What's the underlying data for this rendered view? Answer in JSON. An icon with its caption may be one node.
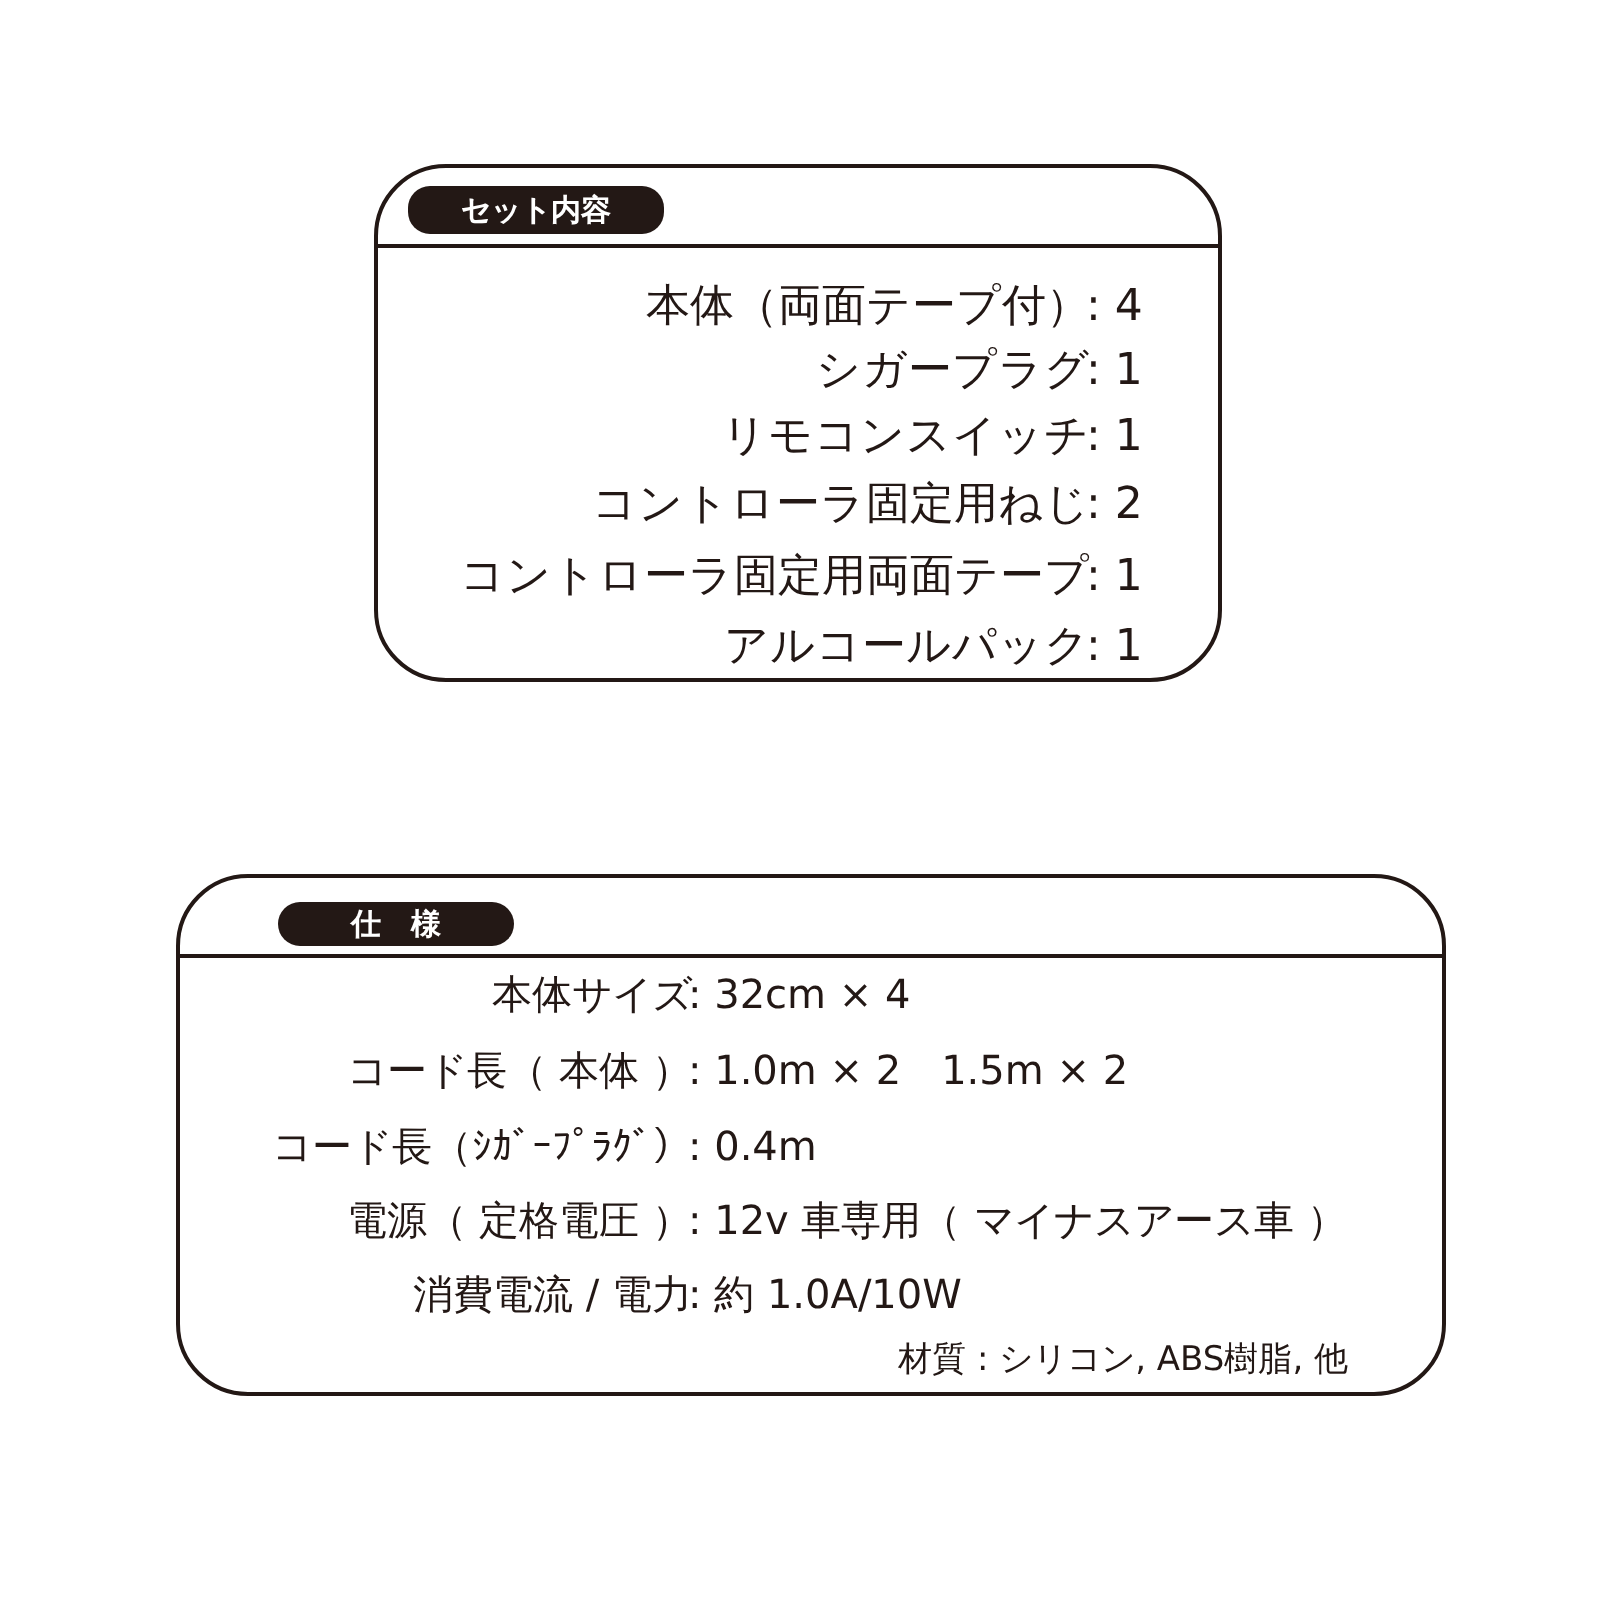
{
  "diagram": {
    "nodes": [
      {
        "text": [
          "セット内容",
          "本体（両面テープ付）",
          ": 4",
          "シガープラグ",
          ": 1",
          "リモコンスイッチ",
          ": 1",
          "コントローラ固定用ねじ",
          ": 2",
          "コントローラ固定用両面テープ",
          ": 1",
          "アルコールパック",
          ": 1"
        ]
      },
      {
        "text": [
          "仕　様",
          "本体サイズ",
          ": 32cm × 4",
          "コード長（ 本体 ）",
          ": 1.0m × 2　1.5m × 2",
          "コード長（ｼｶﾞｰﾌﾟﾗｸﾞ）",
          ": 0.4m",
          "電源（ 定格電圧 ）",
          ": 12v 車専用（ マイナスアース車 ）",
          "消費電流 / 電力",
          ": 約 1.0A/10W",
          "材質 : シリコン, ABS樹脂, 他"
        ]
      }
    ]
  }
}
